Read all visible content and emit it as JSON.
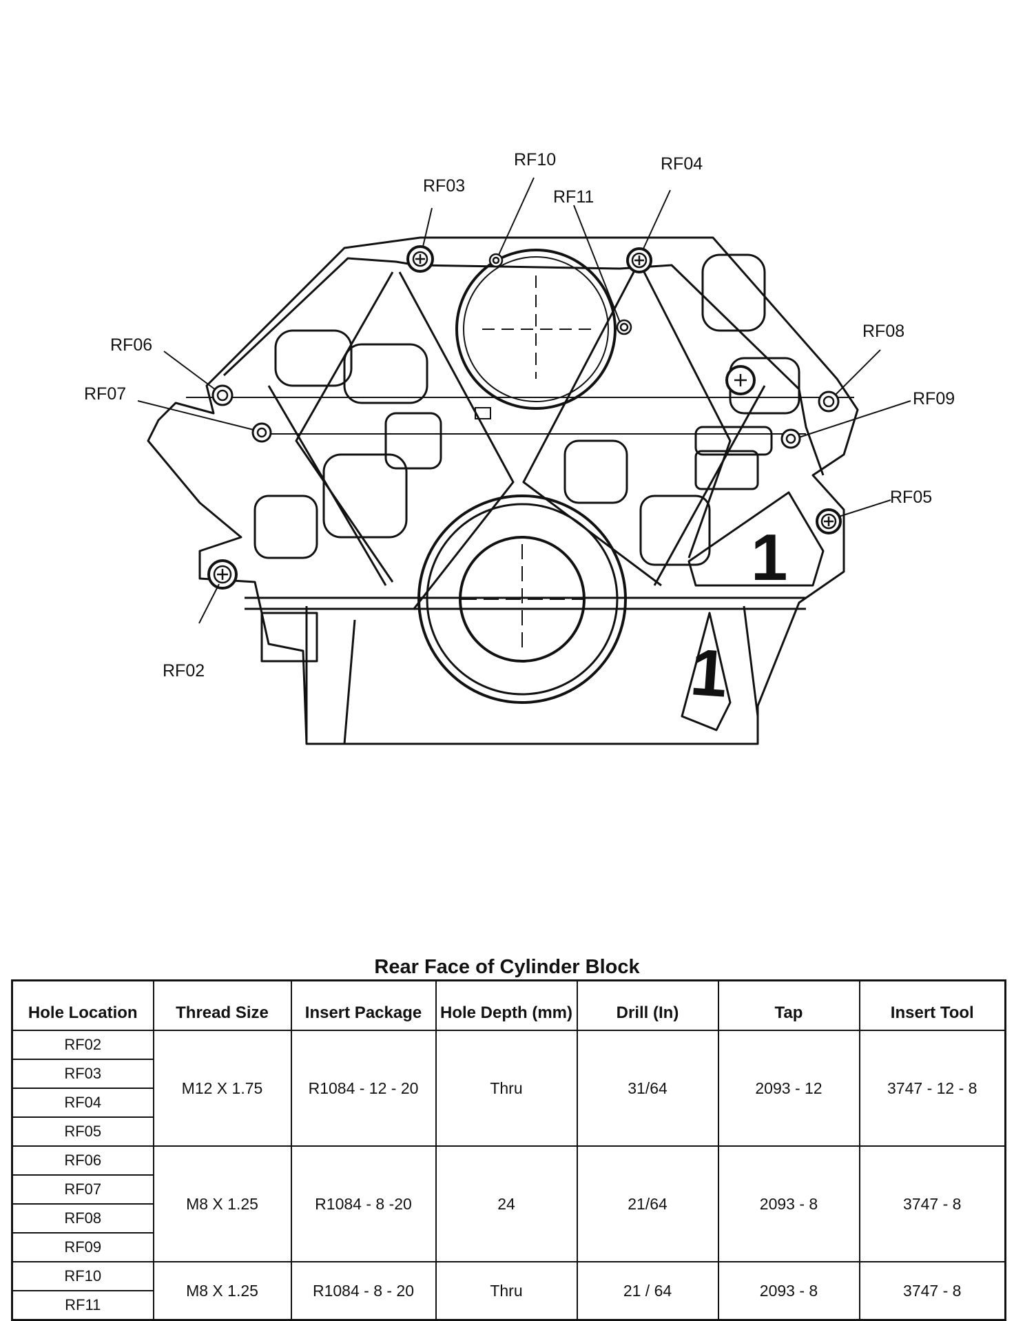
{
  "diagram": {
    "callouts": [
      "RF02",
      "RF03",
      "RF04",
      "RF05",
      "RF06",
      "RF07",
      "RF08",
      "RF09",
      "RF10",
      "RF11"
    ],
    "bank_marks": [
      "1",
      "1"
    ]
  },
  "table": {
    "title": "Rear Face of Cylinder Block",
    "headers": [
      "Hole Location",
      "Thread Size",
      "Insert Package",
      "Hole Depth (mm)",
      "Drill (In)",
      "Tap",
      "Insert Tool"
    ],
    "groups": [
      {
        "locations": [
          "RF02",
          "RF03",
          "RF04",
          "RF05"
        ],
        "thread_size": "M12 X 1.75",
        "insert_package": "R1084 - 12 - 20",
        "hole_depth": "Thru",
        "drill": "31/64",
        "tap": "2093 - 12",
        "insert_tool": "3747 - 12 - 8"
      },
      {
        "locations": [
          "RF06",
          "RF07",
          "RF08",
          "RF09"
        ],
        "thread_size": "M8 X 1.25",
        "insert_package": "R1084 - 8 -20",
        "hole_depth": "24",
        "drill": "21/64",
        "tap": "2093 - 8",
        "insert_tool": "3747 - 8"
      },
      {
        "locations": [
          "RF10",
          "RF11"
        ],
        "thread_size": "M8 X 1.25",
        "insert_package": "R1084 - 8 - 20",
        "hole_depth": "Thru",
        "drill": "21 / 64",
        "tap": "2093 - 8",
        "insert_tool": "3747 - 8"
      }
    ]
  }
}
